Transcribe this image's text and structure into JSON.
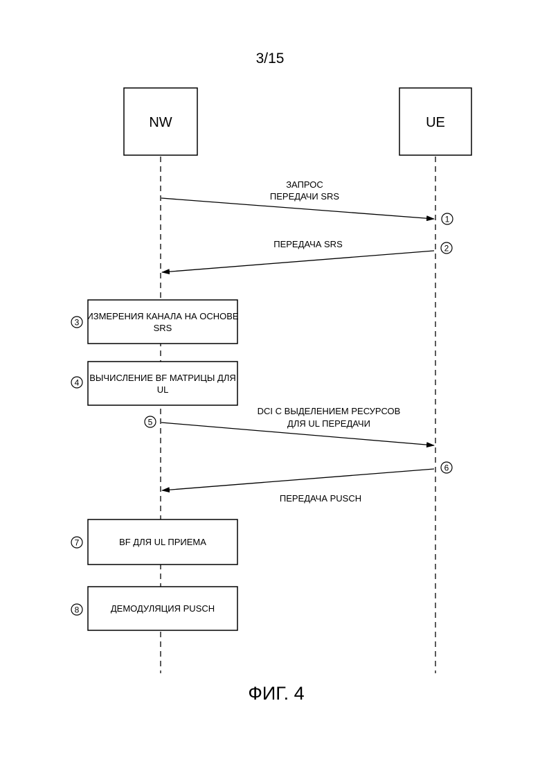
{
  "page_number": "3/15",
  "actors": {
    "nw": "NW",
    "ue": "UE"
  },
  "messages": {
    "m1_line1": "ЗАПРОС",
    "m1_line2": "ПЕРЕДАЧИ SRS",
    "m2": "ПЕРЕДАЧА SRS",
    "m5_line1": "DCI С ВЫДЕЛЕНИЕМ РЕСУРСОВ",
    "m5_line2": "ДЛЯ UL ПЕРЕДАЧИ",
    "m6": "ПЕРЕДАЧА PUSCH"
  },
  "boxes": {
    "b3_line1": "ИЗМЕРЕНИЯ КАНАЛА НА ОСНОВЕ",
    "b3_line2": "SRS",
    "b4_line1": "ВЫЧИСЛЕНИЕ BF МАТРИЦЫ ДЛЯ",
    "b4_line2": "UL",
    "b7": "BF ДЛЯ UL ПРИЕМА",
    "b8": "ДЕМОДУЛЯЦИЯ PUSCH"
  },
  "steps": [
    "1",
    "2",
    "3",
    "4",
    "5",
    "6",
    "7",
    "8"
  ],
  "figure_caption": "ФИГ. 4"
}
